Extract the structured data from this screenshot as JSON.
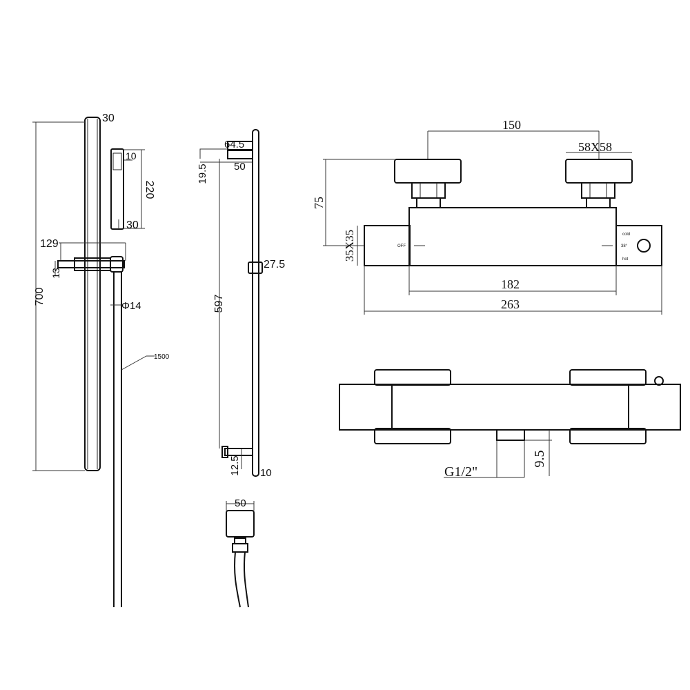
{
  "drawing": {
    "rail": {
      "width_top": "30",
      "length": "700",
      "handset_top": "10",
      "handset_length": "220",
      "handset_width": "30",
      "holder_length": "129",
      "holder_height": "13",
      "hose_diameter": "Φ14",
      "hose_length": "1500"
    },
    "rail_side": {
      "top_bracket_depth": "64.5",
      "top_bracket_height": "19.5",
      "top_bracket_offset": "50",
      "slider_height": "27.5",
      "bracket_spacing": "597",
      "bottom_bracket": "12.5",
      "bottom_end": "10"
    },
    "elbow": {
      "width": "50"
    },
    "valve_top": {
      "inlet_spacing": "150",
      "flange_size": "58X58",
      "height": "75",
      "body_section": "35X35",
      "body_length": "182",
      "overall_length": "263",
      "left_label": "OFF",
      "right_label_cold": "cold",
      "right_label_temp": "38°",
      "right_label_hot": "hot"
    },
    "valve_front": {
      "outlet_thread": "G1/2\"",
      "outlet_length": "9.5"
    }
  }
}
